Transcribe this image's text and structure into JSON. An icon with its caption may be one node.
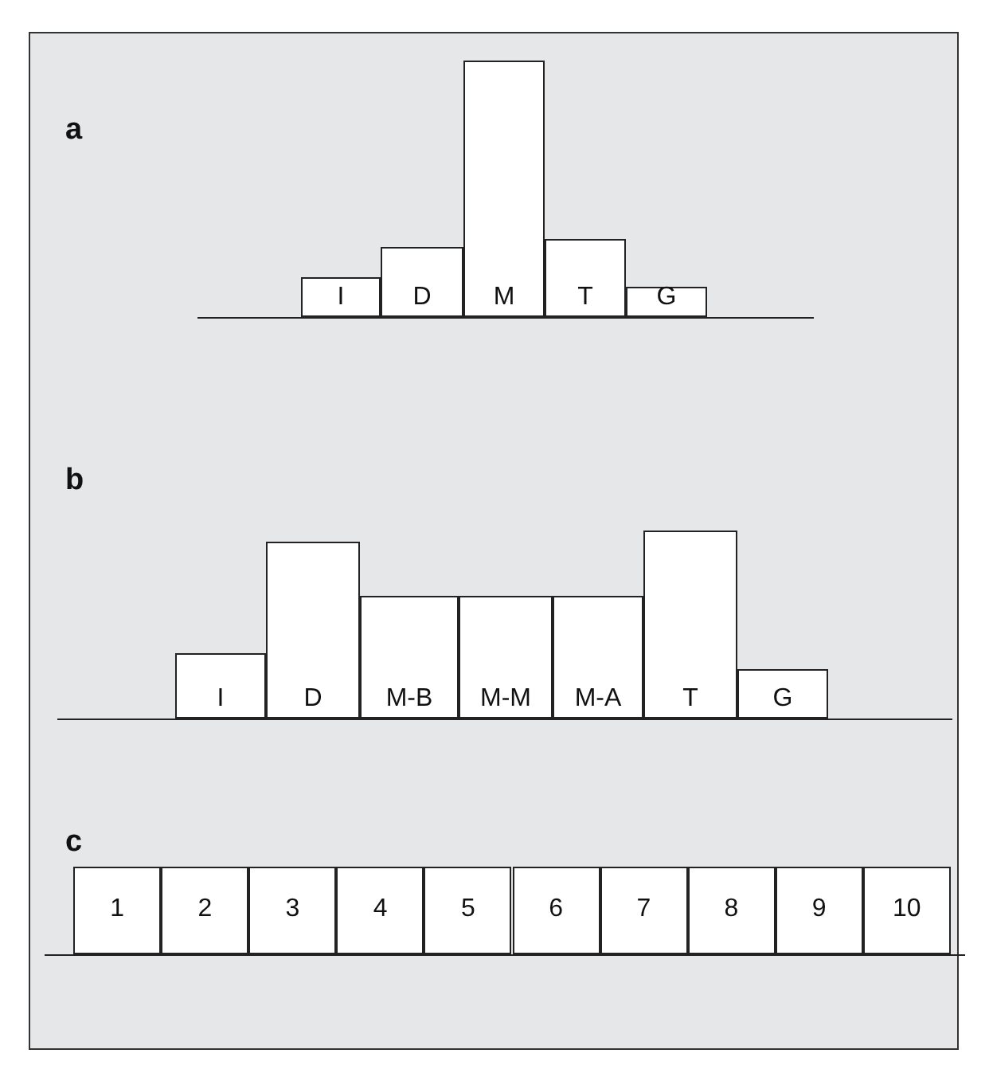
{
  "diagram": {
    "nodes": [
      {
        "text": [
          "I"
        ]
      },
      {
        "text": [
          "D"
        ]
      },
      {
        "text": [
          "M"
        ]
      },
      {
        "text": [
          "T"
        ]
      },
      {
        "text": [
          "G"
        ]
      },
      {
        "text": [
          "I"
        ]
      },
      {
        "text": [
          "D"
        ]
      },
      {
        "text": [
          "M-B"
        ]
      },
      {
        "text": [
          "M-M"
        ]
      },
      {
        "text": [
          "M-A"
        ]
      },
      {
        "text": [
          "T"
        ]
      },
      {
        "text": [
          "G"
        ]
      },
      {
        "text": [
          "1"
        ]
      },
      {
        "text": [
          "2"
        ]
      },
      {
        "text": [
          "3"
        ]
      },
      {
        "text": [
          "4"
        ]
      },
      {
        "text": [
          "5"
        ]
      },
      {
        "text": [
          "6"
        ]
      },
      {
        "text": [
          "7"
        ]
      },
      {
        "text": [
          "8"
        ]
      },
      {
        "text": [
          "9"
        ]
      },
      {
        "text": [
          "10"
        ]
      }
    ],
    "labels": [
      "a",
      "b",
      "c"
    ]
  }
}
